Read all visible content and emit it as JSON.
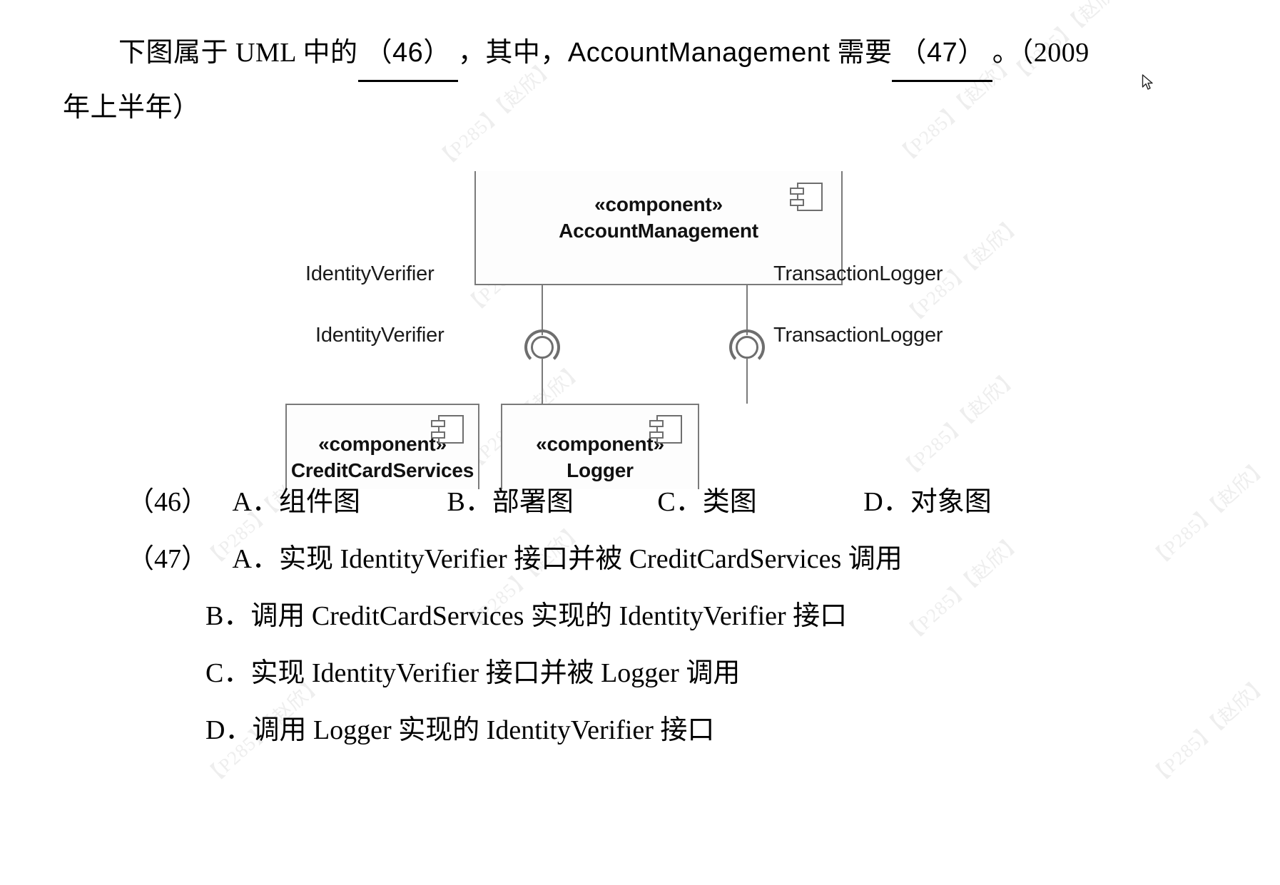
{
  "document": {
    "stem": {
      "line1_part1": "下图属于 UML 中的",
      "blank1": "（46）",
      "line1_part2": "，其中，",
      "subject": "AccountManagement",
      "line1_part3": "需要",
      "blank2": "（47）",
      "line1_part4": "。（2009",
      "line2": "年上半年）"
    },
    "diagram": {
      "type": "uml-component-diagram",
      "components": [
        {
          "id": "account-management",
          "stereotype": "«component»",
          "name": "AccountManagement"
        },
        {
          "id": "credit-card-services",
          "stereotype": "«component»",
          "name": "CreditCardServices"
        },
        {
          "id": "logger",
          "stereotype": "«component»",
          "name": "Logger"
        }
      ],
      "interfaces": [
        {
          "id": "identity-verifier-required",
          "label": "IdentityVerifier",
          "role": "required"
        },
        {
          "id": "identity-verifier-provided",
          "label": "IdentityVerifier",
          "role": "provided"
        },
        {
          "id": "transaction-logger-required",
          "label": "TransactionLogger",
          "role": "required"
        },
        {
          "id": "transaction-logger-provided",
          "label": "TransactionLogger",
          "role": "provided"
        }
      ]
    },
    "questions": [
      {
        "number": "（46）",
        "options": [
          {
            "key": "A．",
            "text": "组件图"
          },
          {
            "key": "B．",
            "text": "部署图"
          },
          {
            "key": "C．",
            "text": "类图"
          },
          {
            "key": "D．",
            "text": "对象图"
          }
        ]
      },
      {
        "number": "（47）",
        "options": [
          {
            "key": "A．",
            "text": "实现 IdentityVerifier 接口并被 CreditCardServices 调用"
          },
          {
            "key": "B．",
            "text": "调用 CreditCardServices 实现的 IdentityVerifier 接口"
          },
          {
            "key": "C．",
            "text": "实现 IdentityVerifier 接口并被 Logger 调用"
          },
          {
            "key": "D．",
            "text": "调用 Logger 实现的 IdentityVerifier 接口"
          }
        ]
      }
    ],
    "watermark": {
      "text": "【P285】【赵欣】",
      "color": "#eeeeee"
    }
  }
}
